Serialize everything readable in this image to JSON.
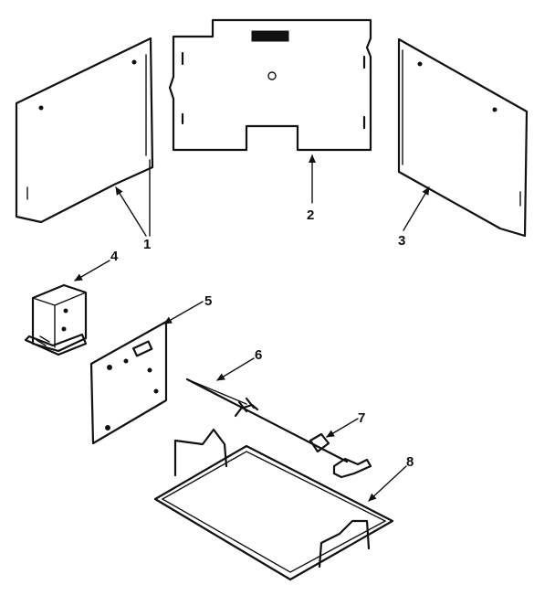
{
  "diagram": {
    "callouts": [
      {
        "id": 1,
        "label": "1"
      },
      {
        "id": 2,
        "label": "2"
      },
      {
        "id": 3,
        "label": "3"
      },
      {
        "id": 4,
        "label": "4"
      },
      {
        "id": 5,
        "label": "5"
      },
      {
        "id": 6,
        "label": "6"
      },
      {
        "id": 7,
        "label": "7"
      },
      {
        "id": 8,
        "label": "8"
      }
    ],
    "colors": {
      "ink": "#111111",
      "background": "#ffffff"
    }
  }
}
